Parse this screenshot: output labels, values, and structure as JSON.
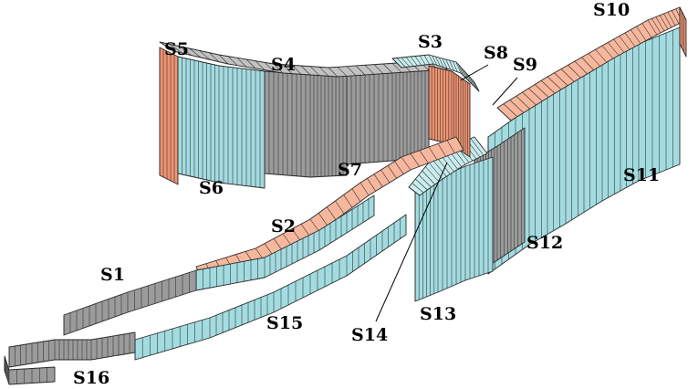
{
  "colors": {
    "steel": "#a3dce0",
    "copper": "#f0936f",
    "grey": "#9b9b9b",
    "steel_top": "#c9ecee",
    "copper_top": "#f6b79d",
    "grey_top": "#c2c2c2",
    "outline": "#2a2a2a"
  },
  "labels": {
    "s1": "S1",
    "s2": "S2",
    "s3": "S3",
    "s4": "S4",
    "s5": "S5",
    "s6": "S6",
    "s7": "S7",
    "s8": "S8",
    "s9": "S9",
    "s10": "S10",
    "s11": "S11",
    "s12": "S12",
    "s13": "S13",
    "s14": "S14",
    "s15": "S15",
    "s16": "S16"
  }
}
